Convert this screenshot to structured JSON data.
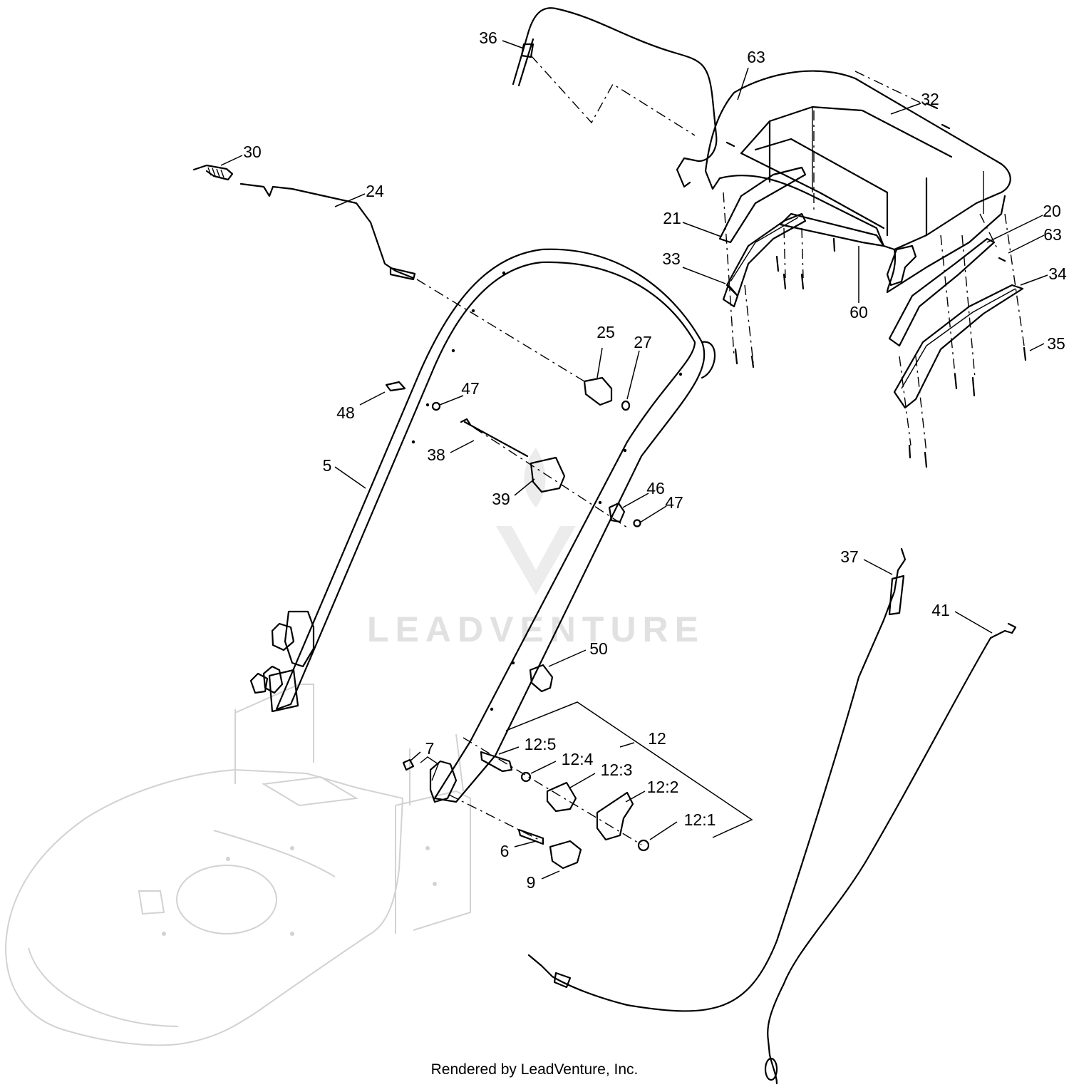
{
  "diagram": {
    "callouts": [
      "36",
      "63",
      "32",
      "30",
      "24",
      "21",
      "20",
      "63",
      "33",
      "60",
      "34",
      "35",
      "25",
      "27",
      "48",
      "47",
      "38",
      "5",
      "39",
      "46",
      "47",
      "37",
      "41",
      "50",
      "12",
      "12:5",
      "7",
      "12:4",
      "12:3",
      "12:2",
      "12:1",
      "6",
      "9"
    ]
  },
  "watermark": {
    "text": "LEADVENTURE"
  },
  "footer": {
    "text": "Rendered by LeadVenture, Inc."
  }
}
